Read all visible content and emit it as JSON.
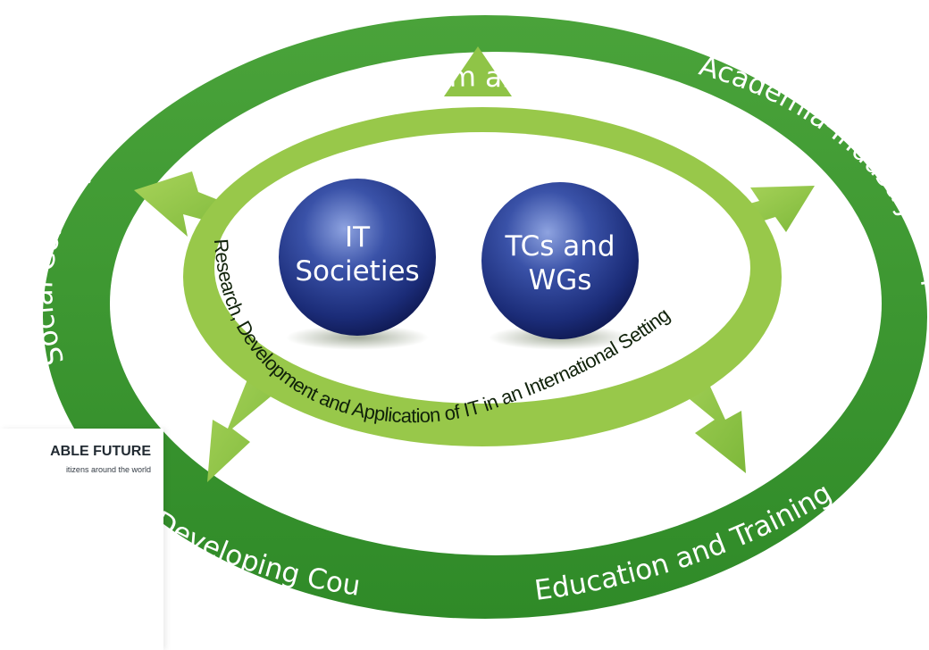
{
  "diagram": {
    "outer_ring": {
      "top": "Professionalism and Standards",
      "top_right": "Academia-Industry Cooperation",
      "left": "Social Consequences",
      "bottom_left": "Developing Countries",
      "bottom_right": "Education and Training"
    },
    "inner_ring": "Research, Development and Application of IT in an International Setting",
    "spheres": [
      {
        "line1": "IT",
        "line2": "Societies"
      },
      {
        "line1": "TCs and",
        "line2": "WGs"
      }
    ]
  },
  "banner": {
    "title": "ABLE FUTURE",
    "subtitle": "itizens around the world"
  },
  "colors": {
    "ring_green": "#3f9a30",
    "arrow_green": "#9ccb4a",
    "sphere_blue": "#1e2f7a"
  }
}
